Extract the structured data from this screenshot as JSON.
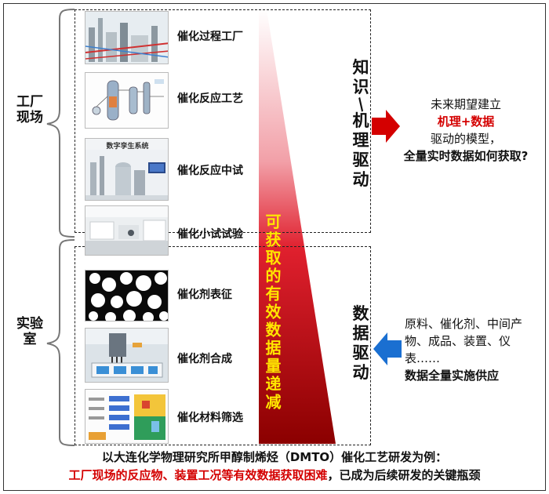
{
  "left_groups": {
    "factory": "工厂现场",
    "lab": "实验室"
  },
  "items": [
    {
      "label": "催化过程工厂",
      "image": "chemical-plant-rendering"
    },
    {
      "label": "催化反应工艺",
      "image": "process-flow-diagram"
    },
    {
      "label": "催化反应中试",
      "image": "digital-twin-pilot-plant",
      "image_caption": "数字孪生系统"
    },
    {
      "label": "催化小试试验",
      "image": "laboratory-room"
    },
    {
      "label": "催化剂表征",
      "image": "catalyst-microscopy"
    },
    {
      "label": "催化剂合成",
      "image": "synthesis-robot"
    },
    {
      "label": "催化材料筛选",
      "image": "screening-strategy-chart"
    }
  ],
  "triangle_text": "可获取的有效数据量递减",
  "modes": {
    "top": {
      "part1": "知识",
      "slash": "/",
      "part2": "机理驱动"
    },
    "bottom": "数据驱动"
  },
  "right_top": {
    "line1": "未来期望建立",
    "line2": "机理+数据",
    "line3": "驱动的模型，",
    "line4": "全量实时数据如何获取?"
  },
  "right_bottom": {
    "text": "原料、催化剂、中间产物、成品、装置、仪表……",
    "bold": "数据全量实施供应"
  },
  "footer": {
    "line1": "以大连化学物理研究所甲醇制烯烃（DMTO）催化工艺研发为例：",
    "line2_red": "工厂现场的反应物、装置工况等有效数据获取困难",
    "line2_rest": "，已成为后续研发的关键瓶颈"
  },
  "colors": {
    "gradient_top": "#ffffff",
    "gradient_bottom": "#8b0000",
    "decline_text": "#ffe600",
    "highlight": "#d40000",
    "arrow_right": "#d40000",
    "arrow_left": "#1a6fd1"
  }
}
